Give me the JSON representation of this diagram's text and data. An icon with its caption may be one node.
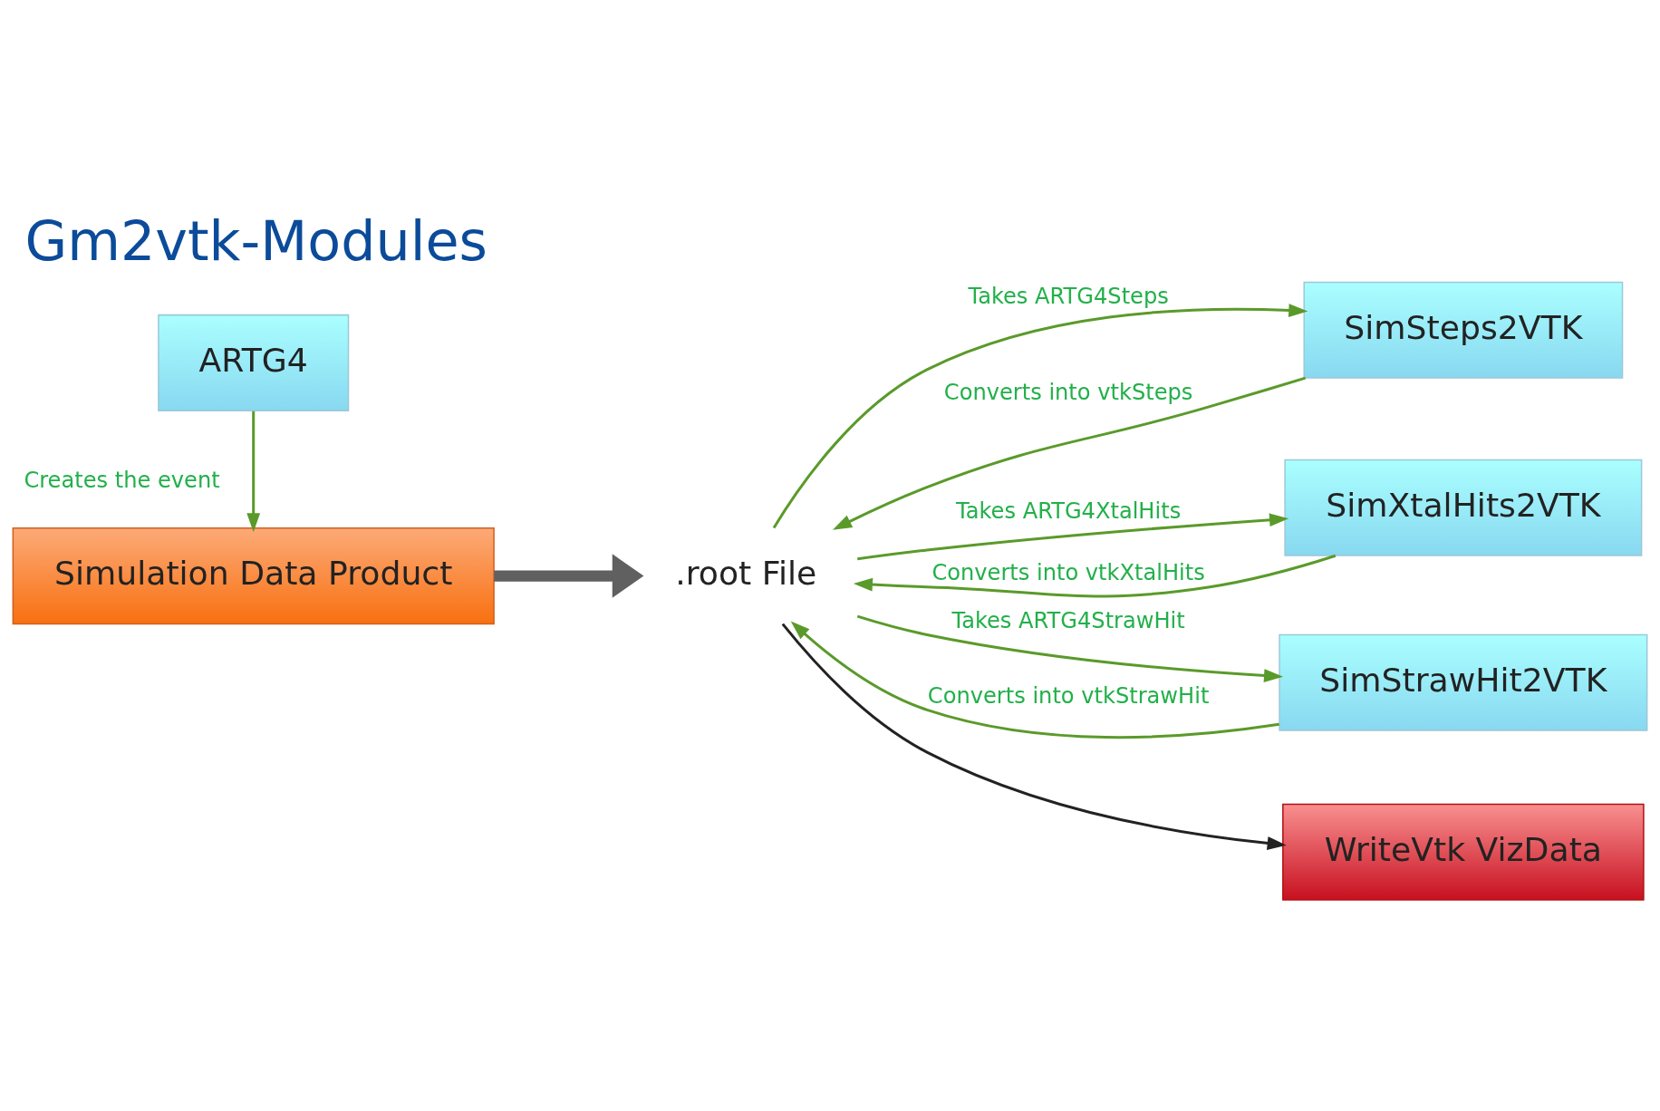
{
  "diagram": {
    "title": "Gm2vtk-Modules",
    "nodes": [
      {
        "text": [
          "ARTG4"
        ]
      },
      {
        "text": [
          "Simulation Data Product"
        ]
      },
      {
        "text": [
          ".root File"
        ]
      },
      {
        "text": [
          "SimSteps2VTK"
        ]
      },
      {
        "text": [
          "SimXtalHits2VTK"
        ]
      },
      {
        "text": [
          "SimStrawHit2VTK"
        ]
      },
      {
        "text": [
          "WriteVtk VizData"
        ]
      }
    ],
    "edges": [
      {
        "from": 0,
        "to": 1,
        "arrow": "to",
        "label": "Creates the event"
      },
      {
        "from": 1,
        "to": 2,
        "arrow": "to",
        "style": "thick",
        "color": "#606060"
      },
      {
        "from": 2,
        "to": 3,
        "arrow": "to",
        "label": "Takes ARTG4Steps"
      },
      {
        "from": 3,
        "to": 2,
        "arrow": "to",
        "label": "Converts into vtkSteps"
      },
      {
        "from": 2,
        "to": 4,
        "arrow": "to",
        "label": "Takes ARTG4XtalHits"
      },
      {
        "from": 4,
        "to": 2,
        "arrow": "to",
        "label": "Converts into vtkXtalHits"
      },
      {
        "from": 2,
        "to": 5,
        "arrow": "to",
        "label": "Takes ARTG4StrawHit"
      },
      {
        "from": 5,
        "to": 2,
        "arrow": "to",
        "label": "Converts into vtkStrawHit"
      },
      {
        "from": 2,
        "to": 6,
        "arrow": "to",
        "color": "#222222"
      }
    ]
  }
}
